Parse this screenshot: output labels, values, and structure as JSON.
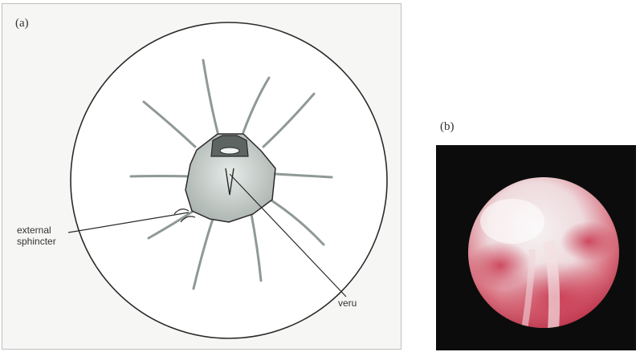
{
  "panel_a": {
    "label": "(a)",
    "callouts": {
      "external_sphincter_line1": "external",
      "external_sphincter_line2": "sphincter",
      "veru": "veru"
    }
  },
  "panel_b": {
    "label": "(b)"
  },
  "colors": {
    "outline": "#2a2a2a",
    "lumen_fill": "#c9cfcc",
    "photo_bg": "#0c0c0c",
    "mucosa_light": "#f3eef0",
    "mucosa_red": "#c8324b"
  }
}
